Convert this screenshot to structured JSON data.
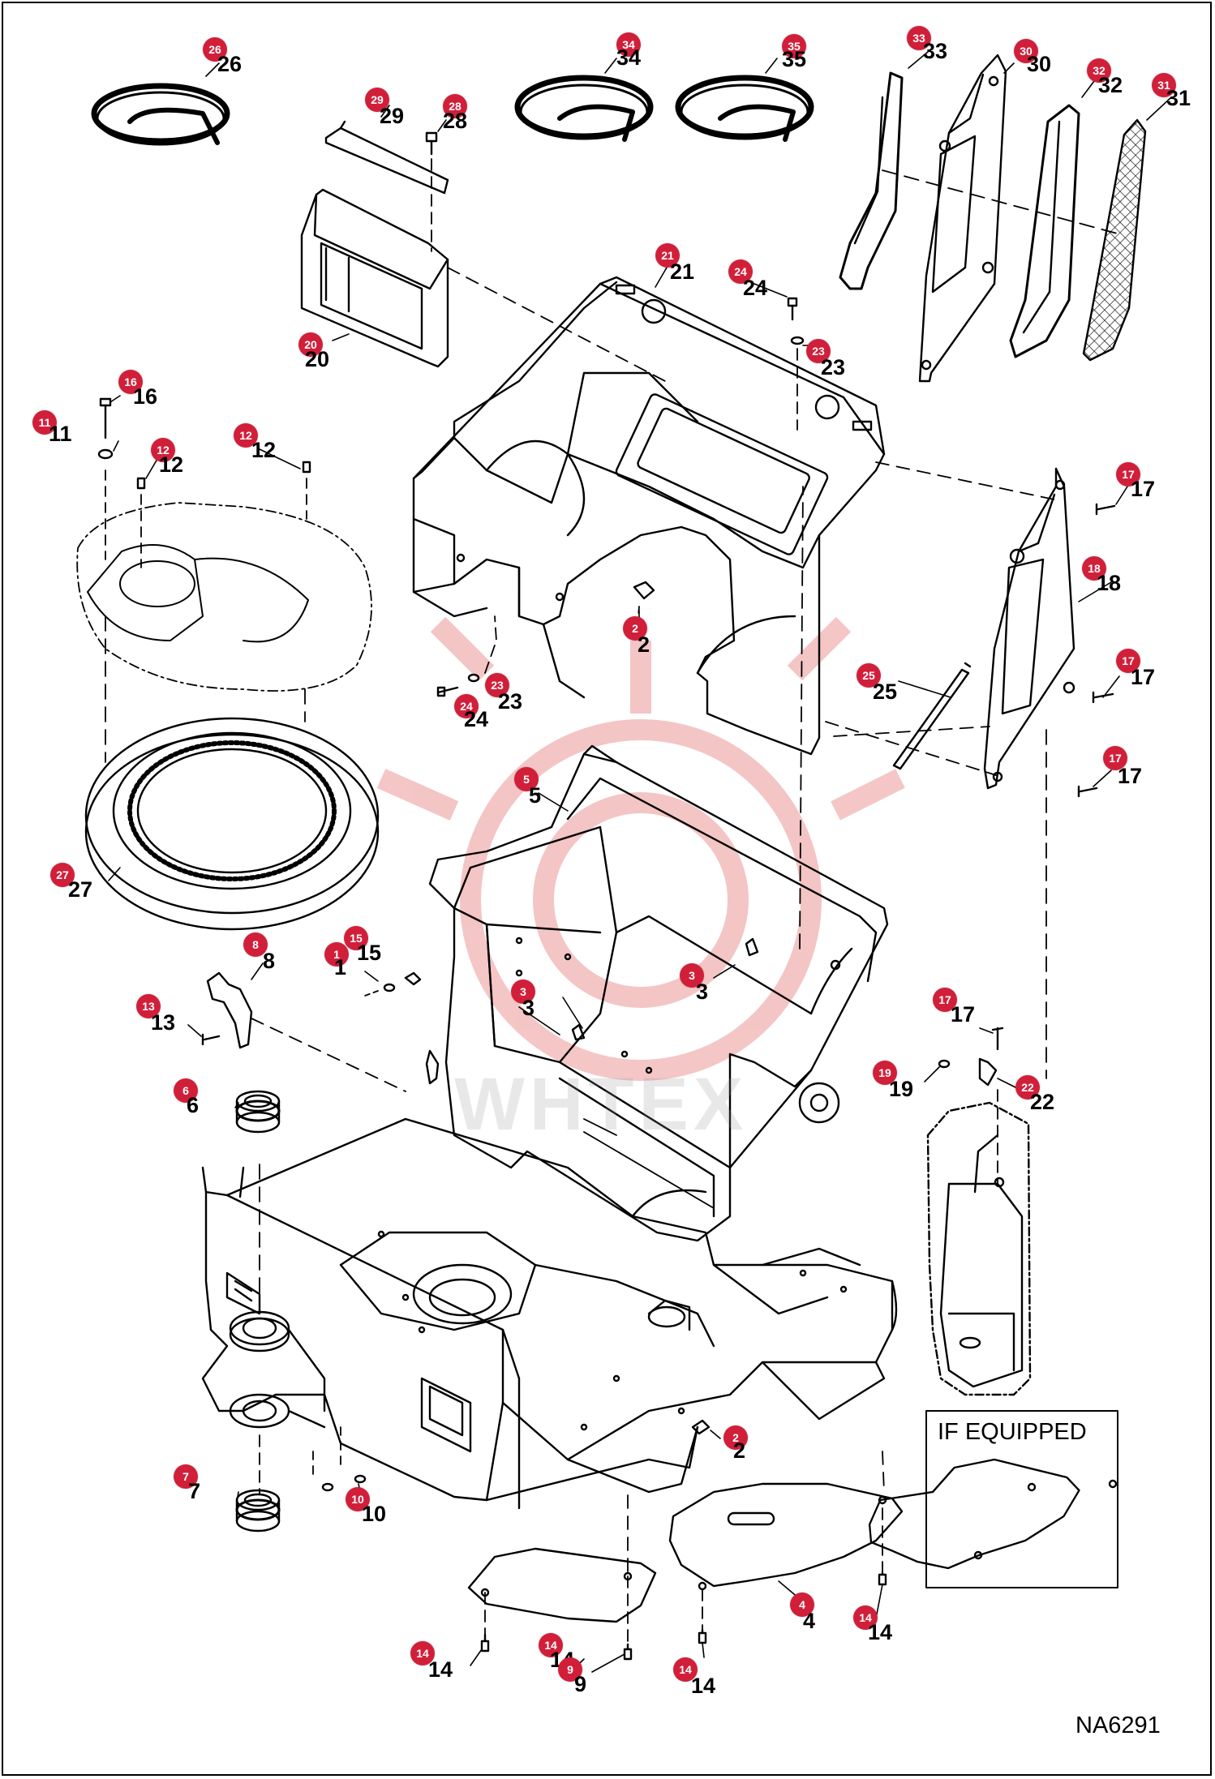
{
  "colors": {
    "badge": "#d11f3a",
    "line": "#000000",
    "watermark": "#f3bcbc"
  },
  "drawing_id": "NA6291",
  "inset_title": "IF EQUIPPED",
  "watermark_text": "WHTEX",
  "callouts": [
    {
      "n": "26"
    },
    {
      "n": "29"
    },
    {
      "n": "28"
    },
    {
      "n": "34"
    },
    {
      "n": "35"
    },
    {
      "n": "33"
    },
    {
      "n": "30"
    },
    {
      "n": "32"
    },
    {
      "n": "31"
    },
    {
      "n": "21"
    },
    {
      "n": "24"
    },
    {
      "n": "23"
    },
    {
      "n": "20"
    },
    {
      "n": "16"
    },
    {
      "n": "11"
    },
    {
      "n": "12"
    },
    {
      "n": "12"
    },
    {
      "n": "17"
    },
    {
      "n": "18"
    },
    {
      "n": "2"
    },
    {
      "n": "23"
    },
    {
      "n": "24"
    },
    {
      "n": "25"
    },
    {
      "n": "17"
    },
    {
      "n": "17"
    },
    {
      "n": "5"
    },
    {
      "n": "27"
    },
    {
      "n": "8"
    },
    {
      "n": "1"
    },
    {
      "n": "15"
    },
    {
      "n": "3"
    },
    {
      "n": "3"
    },
    {
      "n": "13"
    },
    {
      "n": "17"
    },
    {
      "n": "19"
    },
    {
      "n": "22"
    },
    {
      "n": "6"
    },
    {
      "n": "2"
    },
    {
      "n": "7"
    },
    {
      "n": "10"
    },
    {
      "n": "4"
    },
    {
      "n": "14"
    },
    {
      "n": "14"
    },
    {
      "n": "9"
    },
    {
      "n": "14"
    },
    {
      "n": "14"
    }
  ]
}
